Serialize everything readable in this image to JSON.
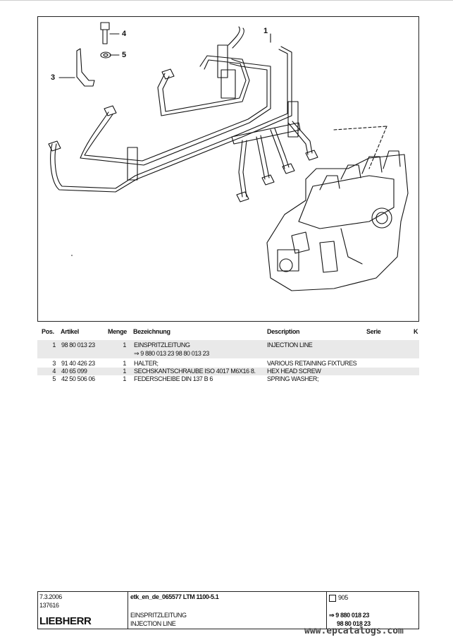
{
  "drawing": {
    "callouts": [
      "1",
      "3",
      "4",
      "5"
    ]
  },
  "table": {
    "headers": {
      "pos": "Pos.",
      "artikel": "Artikel",
      "menge": "Menge",
      "bezeichnung": "Bezeichnung",
      "description": "Description",
      "serie": "Serie",
      "k": "K"
    },
    "rows": [
      {
        "pos": "1",
        "artikel": "98 80 013 23",
        "menge": "1",
        "bezeichnung": "EINSPRITZLEITUNG",
        "description": "INJECTION LINE"
      },
      {
        "pos": "",
        "artikel": "",
        "menge": "",
        "bezeichnung": "⇒ 9 880 013 23     98 80 013 23",
        "description": ""
      },
      {
        "pos": "3",
        "artikel": "91 40 426 23",
        "menge": "1",
        "bezeichnung": "HALTER;",
        "description": "VARIOUS RETAINING FIXTURES"
      },
      {
        "pos": "4",
        "artikel": "40 65 099",
        "menge": "1",
        "bezeichnung": "SECHSKANTSCHRAUBE ISO 4017 M6X16 8.",
        "description": "HEX HEAD SCREW"
      },
      {
        "pos": "5",
        "artikel": "42 50 506 06",
        "menge": "1",
        "bezeichnung": "FEDERSCHEIBE DIN 137 B 6",
        "description": "SPRING WASHER;"
      }
    ]
  },
  "footer": {
    "date": "7.3.2006",
    "number": "137616",
    "brand": "LIEBHERR",
    "doc": "etk_en_de_065577 LTM 1100-5.1",
    "title_de": "EINSPRITZLEITUNG",
    "title_en": "INJECTION LINE",
    "page": "905",
    "ref1": "⇒ 9 880 018 23",
    "ref2": "98 80 018 23"
  },
  "watermark": "www.epcatalogs.com"
}
